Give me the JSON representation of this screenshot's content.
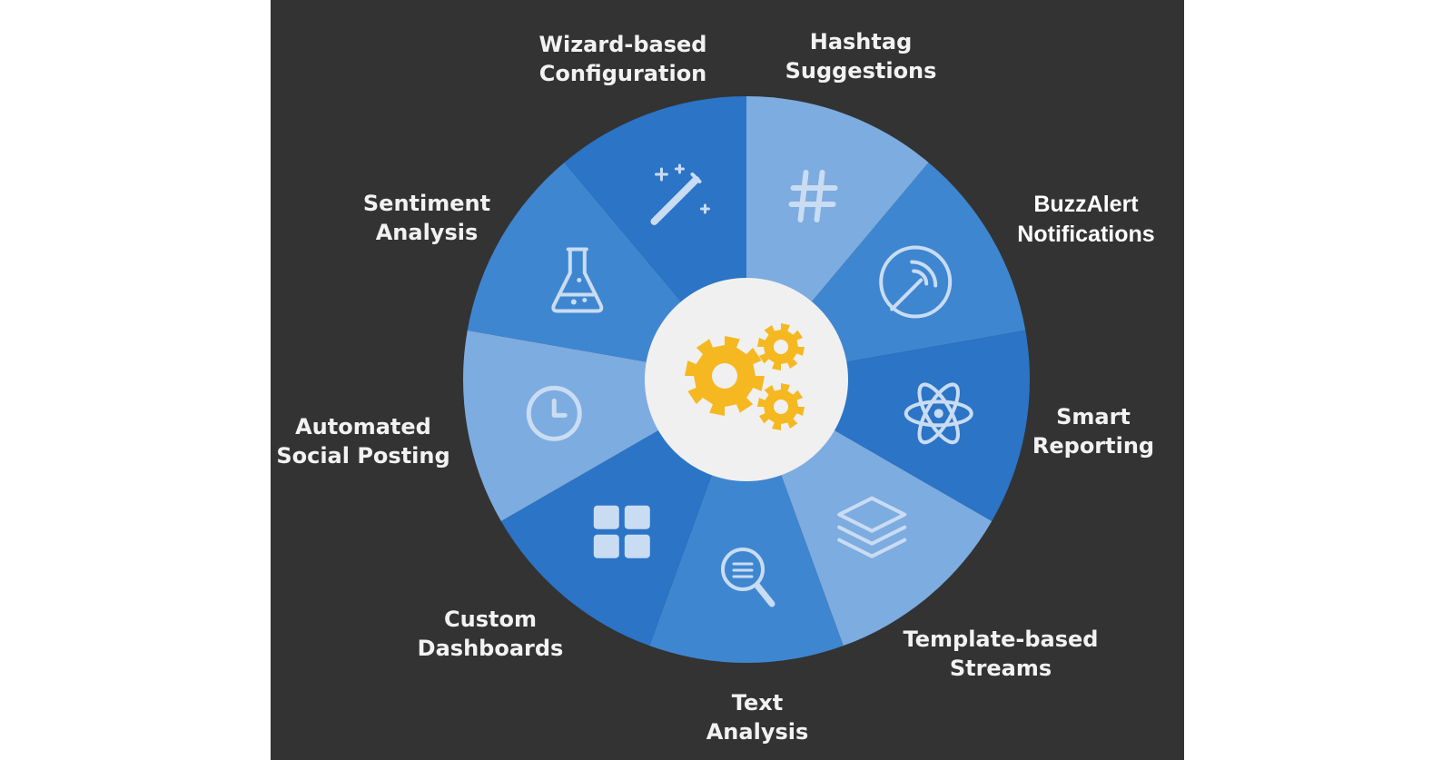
{
  "colors": {
    "background": "#333333",
    "page": "#ffffff",
    "center": "#f0f0f0",
    "gear": "#f5b820",
    "icon_stroke": "#c9dcf2",
    "segment_dark": "#2b74c6",
    "segment_mid": "#3f86d1",
    "segment_light": "#7dace0"
  },
  "center": {
    "icon": "gears-icon"
  },
  "features": [
    {
      "line1": "Hashtag",
      "line2": "Suggestions",
      "icon": "hashtag-icon",
      "shade": "segment_light"
    },
    {
      "line1": "BuzzAlert",
      "line2": "Notifications",
      "icon": "radar-icon",
      "shade": "segment_mid"
    },
    {
      "line1": "Smart",
      "line2": "Reporting",
      "icon": "atom-icon",
      "shade": "segment_dark"
    },
    {
      "line1": "Template-based",
      "line2": "Streams",
      "icon": "layers-icon",
      "shade": "segment_light"
    },
    {
      "line1": "Text",
      "line2": "Analysis",
      "icon": "search-text-icon",
      "shade": "segment_mid"
    },
    {
      "line1": "Custom",
      "line2": "Dashboards",
      "icon": "grid-icon",
      "shade": "segment_dark"
    },
    {
      "line1": "Automated",
      "line2": "Social Posting",
      "icon": "clock-icon",
      "shade": "segment_light"
    },
    {
      "line1": "Sentiment",
      "line2": "Analysis",
      "icon": "flask-icon",
      "shade": "segment_mid"
    },
    {
      "line1": "Wizard-based",
      "line2": "Configuration",
      "icon": "magic-wand-icon",
      "shade": "segment_dark"
    }
  ]
}
